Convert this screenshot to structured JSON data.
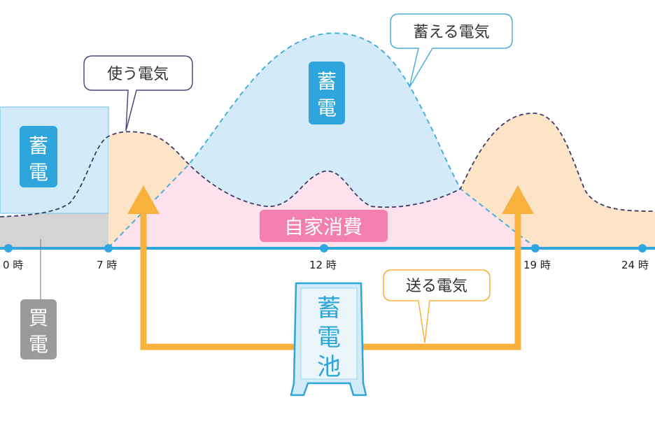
{
  "axis": {
    "ticks": [
      "0 時",
      "7 時",
      "12 時",
      "19 時",
      "24 時"
    ]
  },
  "labels": {
    "store_left": [
      "蓄",
      "電"
    ],
    "store_center": [
      "蓄",
      "電"
    ],
    "self_consumption": "自家消費",
    "buy": [
      "買",
      "電"
    ],
    "use_callout": "使う電気",
    "store_callout": "蓄える電気",
    "send_callout": "送る電気",
    "battery": [
      "蓄",
      "電",
      "池"
    ]
  },
  "colors": {
    "blue_area": "#d3ebf8",
    "blue_line": "#4aaedc",
    "peach_area": "#fde4c6",
    "pink_area": "#fde2ee",
    "gray_area": "#d4d4d4",
    "axis": "#2fa6e0",
    "arrow": "#f7b13c",
    "badge_blue": "#2ea6dd",
    "badge_pink": "#f27fb0",
    "badge_gray": "#9a9a9a",
    "dash_dark": "#3c3c6a"
  }
}
